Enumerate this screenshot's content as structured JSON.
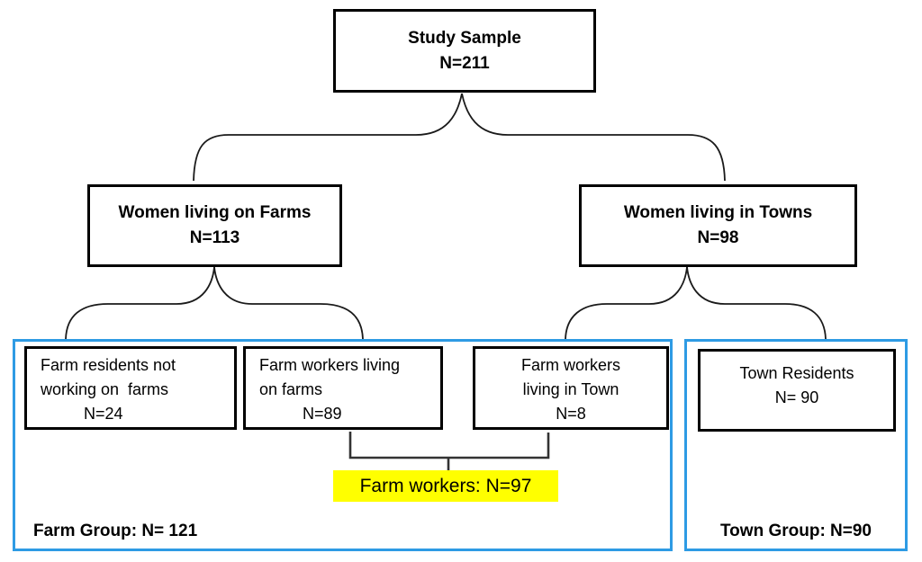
{
  "diagram": {
    "colors": {
      "highlight_bg": "#FFFF00",
      "group_border": "#2E9BE4",
      "box_border": "#000000"
    },
    "study_sample": {
      "title": "Study Sample",
      "n": "N=211"
    },
    "women_farms": {
      "title": "Women living on Farms",
      "n": "N=113"
    },
    "women_towns": {
      "title": "Women living in Towns",
      "n": "N=98"
    },
    "farm_residents_not_working": {
      "line1": "Farm residents not",
      "line2": "working on  farms",
      "n": "N=24"
    },
    "farm_workers_on_farms": {
      "line1": "Farm workers living",
      "line2": "on farms",
      "n": "N=89"
    },
    "farm_workers_in_town": {
      "line1": "Farm workers",
      "line2": "living in Town",
      "n": "N=8"
    },
    "town_residents": {
      "line1": "Town Residents",
      "n": "N= 90"
    },
    "farm_workers_total": {
      "label": "Farm workers: N=97"
    },
    "farm_group": {
      "label": "Farm Group: N= 121"
    },
    "town_group": {
      "label": "Town Group: N=90"
    }
  }
}
